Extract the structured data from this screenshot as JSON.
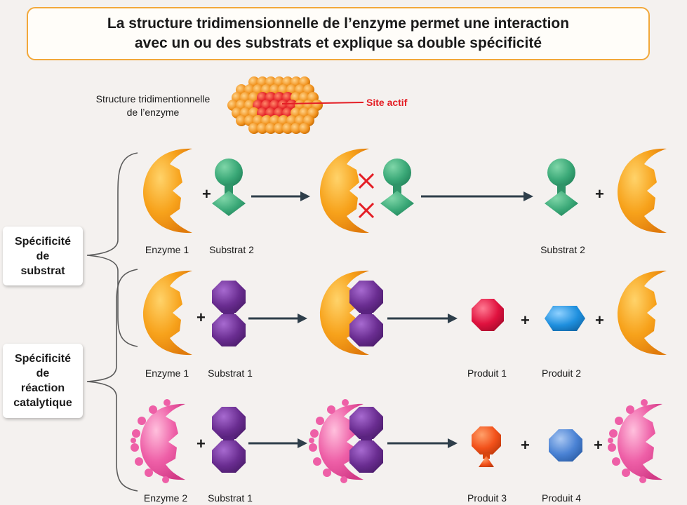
{
  "title": {
    "line1": "La structure tridimensionnelle de l’enzyme permet une interaction",
    "line2": "avec un ou des substrats et explique sa double spécificité"
  },
  "structure": {
    "label_line1": "Structure tridimentionnelle",
    "label_line2": "de l’enzyme",
    "active_site_label": "Site actif"
  },
  "specificity": {
    "substrate": [
      "Spécificité",
      "de",
      "substrat"
    ],
    "reaction": [
      "Spécificité",
      "de",
      "réaction",
      "catalytique"
    ]
  },
  "rows": {
    "row1": {
      "enzyme": "Enzyme 1",
      "substrate": "Substrat 2",
      "result": "Substrat 2"
    },
    "row2": {
      "enzyme": "Enzyme 1",
      "substrate": "Substrat 1",
      "product_a": "Produit 1",
      "product_b": "Produit 2"
    },
    "row3": {
      "enzyme": "Enzyme 2",
      "substrate": "Substrat 1",
      "product_a": "Produit 3",
      "product_b": "Produit 4"
    }
  },
  "symbols": {
    "plus": "+"
  },
  "colors": {
    "title_border": "#f2a83a",
    "enzyme1": "#f7a21b",
    "enzyme2": "#ee5fa7",
    "substrate2": "#3aa877",
    "substrate1": "#6a2d91",
    "product1": "#e0123f",
    "product2": "#1e8fde",
    "product3": "#f2511a",
    "product4": "#4a82d4",
    "active_site": "#e41e25"
  }
}
